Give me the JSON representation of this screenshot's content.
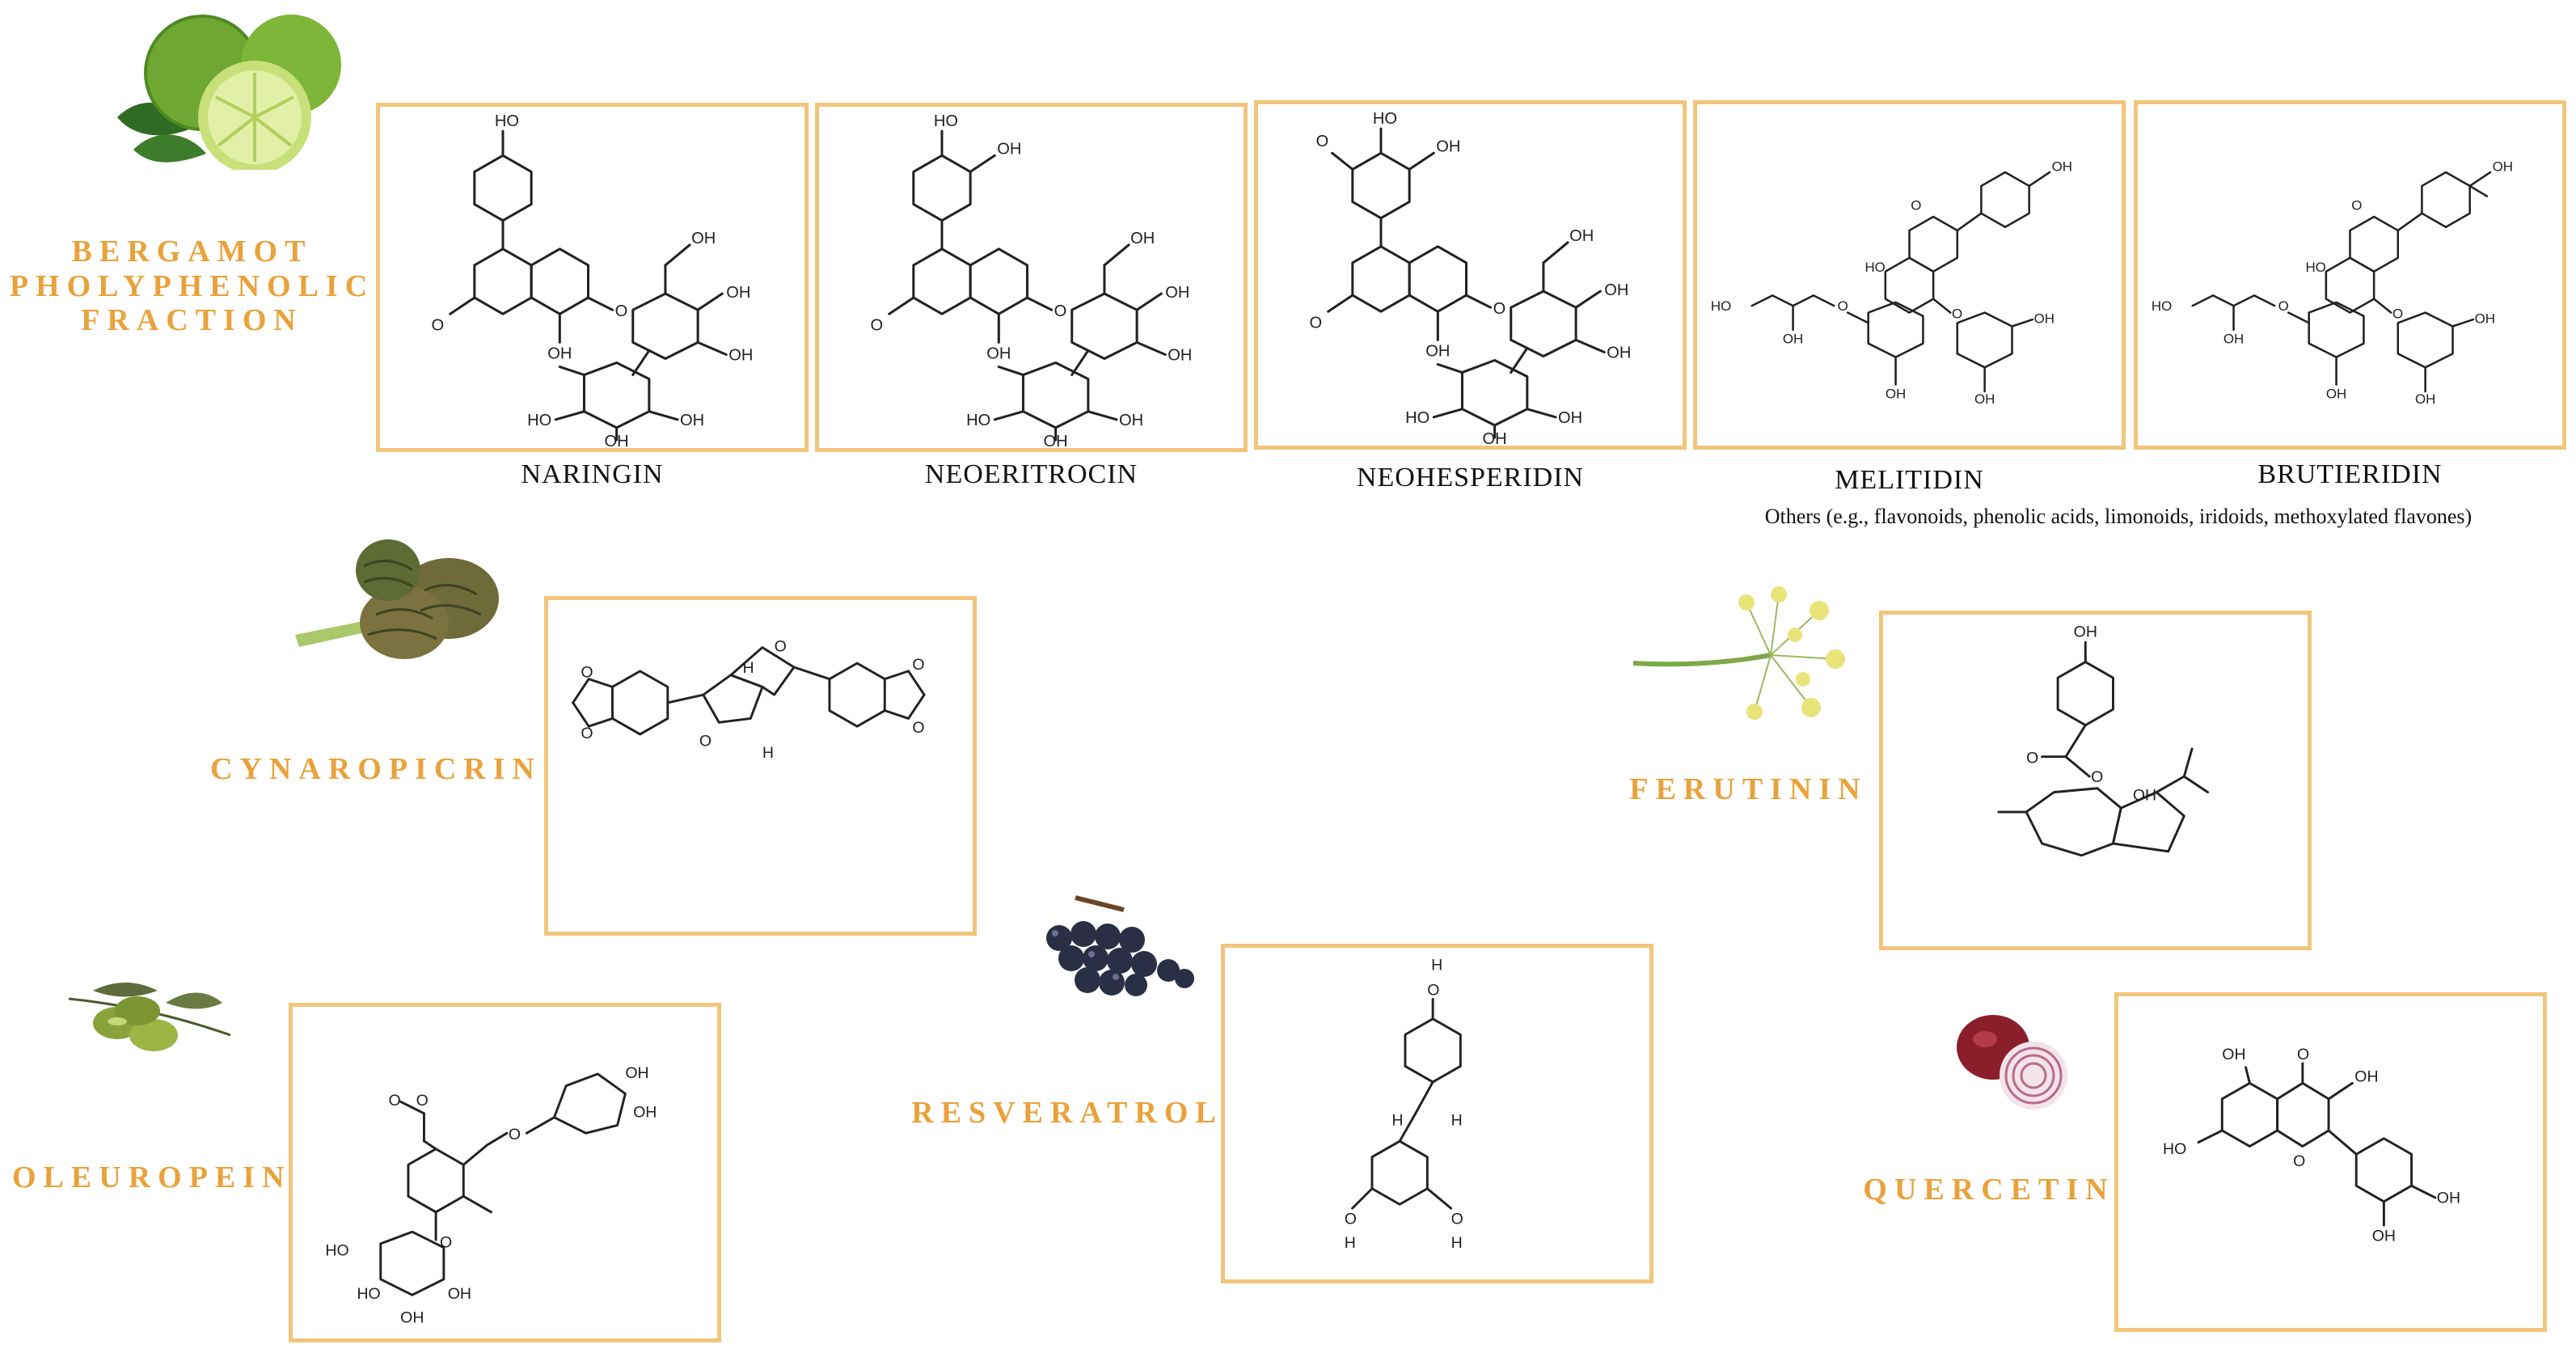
{
  "colors": {
    "frame": "#f2c57c",
    "source_label": "#e9a23b",
    "text": "#111111"
  },
  "bergamot": {
    "label": "BERGAMOT\nPHOLYPHENOLIC\nFRACTION",
    "compounds": [
      {
        "name": "NARINGIN"
      },
      {
        "name": "NEOERITROCIN"
      },
      {
        "name": "NEOHESPERIDIN"
      },
      {
        "name": "MELITIDIN"
      },
      {
        "name": "BRUTIERIDIN"
      }
    ],
    "others_note": "Others (e.g., flavonoids, phenolic acids, limonoids, iridoids, methoxylated flavones)"
  },
  "sources": {
    "cynaropicrin": "CYNAROPICRIN",
    "ferutinin": "FERUTININ",
    "oleuropein": "OLEUROPEIN",
    "resveratrol": "RESVERATROL",
    "quercetin": "QUERCETIN"
  },
  "atoms": {
    "oh": "OH",
    "ho": "HO",
    "o": "O",
    "h": "H"
  },
  "icons": [
    "bergamot-icon",
    "artichoke-icon",
    "fennel-icon",
    "olive-icon",
    "grape-icon",
    "onion-icon"
  ]
}
